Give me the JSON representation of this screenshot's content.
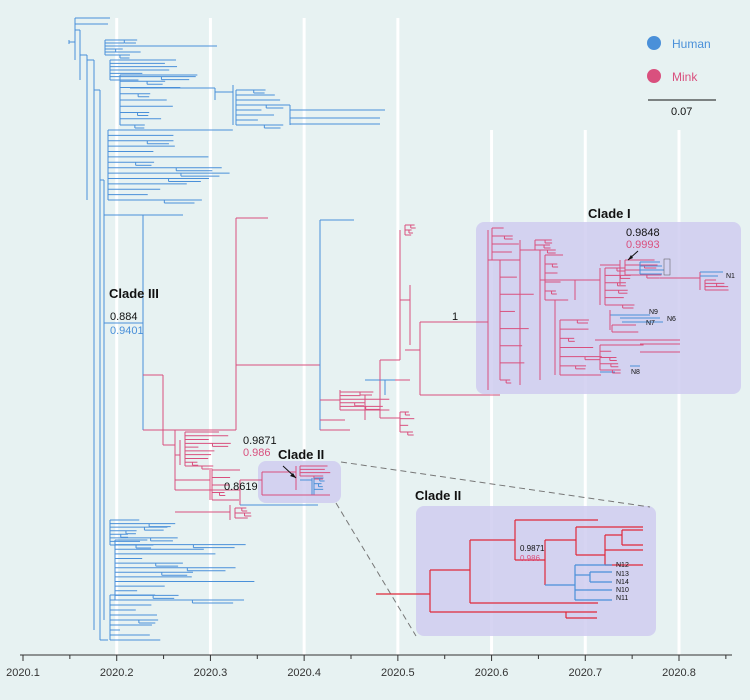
{
  "chart_data": {
    "type": "phylogenetic-tree",
    "x_axis": {
      "ticks": [
        "2020.1",
        "2020.2",
        "2020.3",
        "2020.4",
        "2020.5",
        "2020.6",
        "2020.7",
        "2020.8"
      ],
      "values": [
        2020.1,
        2020.2,
        2020.3,
        2020.4,
        2020.5,
        2020.6,
        2020.7,
        2020.8
      ],
      "range": [
        2020.1,
        2020.85
      ]
    },
    "legend": [
      {
        "label": "Human",
        "color": "#4a90d9"
      },
      {
        "label": "Mink",
        "color": "#d9507e"
      }
    ],
    "scale_bar": {
      "label": "0.07"
    },
    "colors": {
      "human": "#4a90d9",
      "mink": "#d9507e",
      "highlight": "#c8c5ee",
      "red": "#e0283a",
      "background": "#e7f2f2"
    },
    "clades": [
      {
        "name": "Clade I",
        "support_top": "0.9848",
        "support_bottom": "0.9993"
      },
      {
        "name": "Clade II",
        "support_top": "0.9871",
        "support_bottom": "0.986",
        "support_outer": "0.8619"
      },
      {
        "name": "Clade III",
        "support_top": "0.884",
        "support_bottom": "0.9401"
      }
    ],
    "branch_support_root_clade1": "1",
    "inset": {
      "title": "Clade II",
      "support_top": "0.9871",
      "support_bottom": "0.986",
      "leaves": [
        "N12",
        "N13",
        "N14",
        "N10",
        "N11"
      ]
    },
    "leaf_labels": [
      "N1",
      "N6",
      "N7",
      "N8",
      "N9"
    ]
  }
}
